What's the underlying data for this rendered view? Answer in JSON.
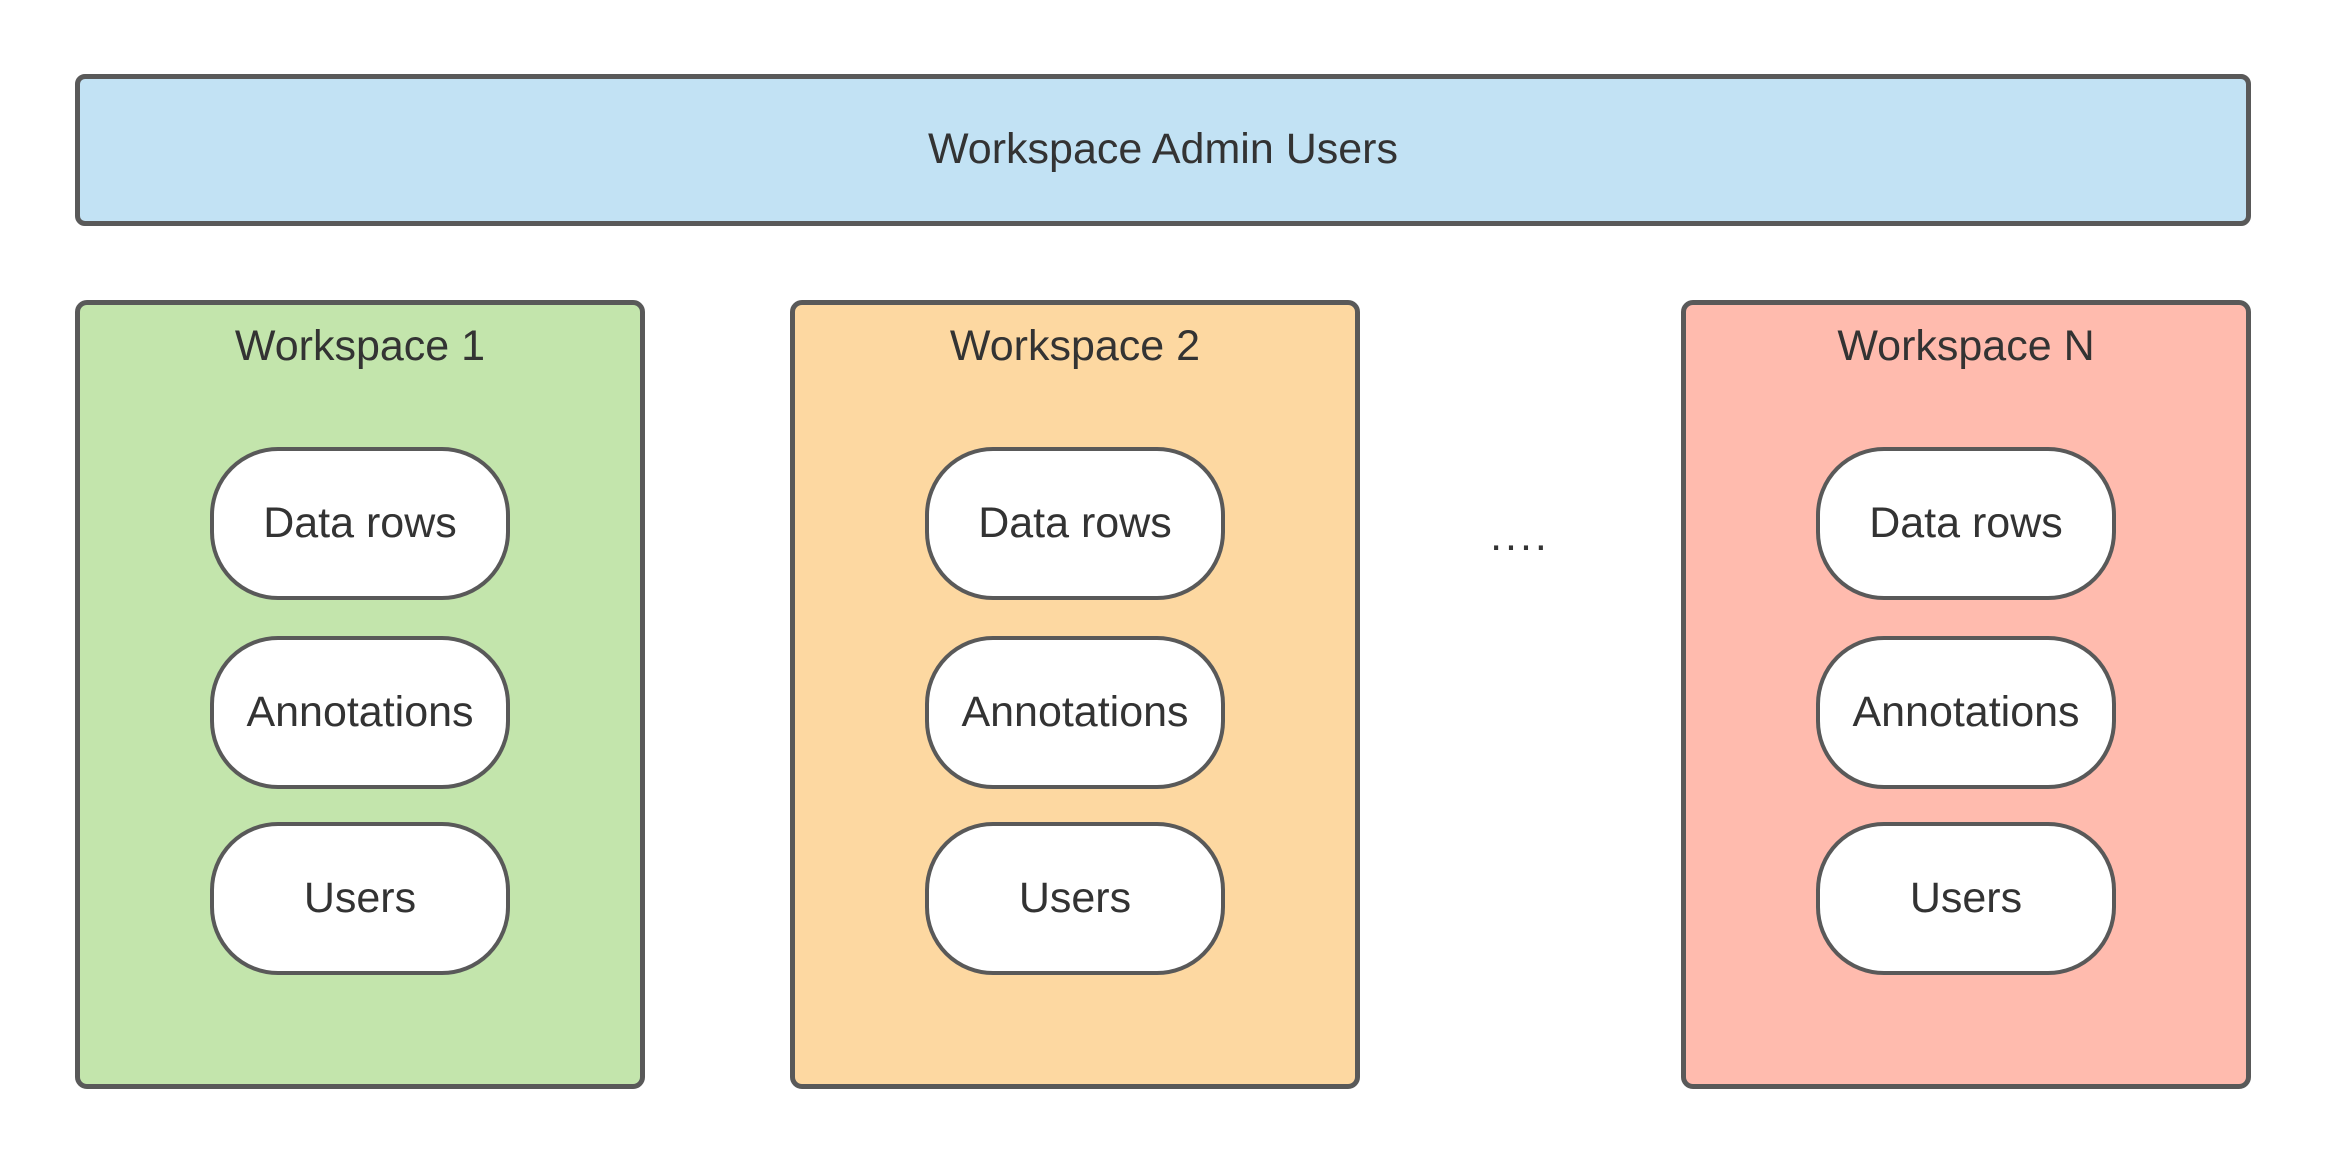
{
  "diagram": {
    "admin_banner": {
      "label": "Workspace Admin Users",
      "fill": "#c2e2f4"
    },
    "workspaces": [
      {
        "title": "Workspace 1",
        "fill": "#c3e5ac",
        "items": [
          "Data rows",
          "Annotations",
          "Users"
        ]
      },
      {
        "title": "Workspace 2",
        "fill": "#fdd8a1",
        "items": [
          "Data rows",
          "Annotations",
          "Users"
        ]
      },
      {
        "title": "Workspace N",
        "fill": "#ffbbae",
        "items": [
          "Data rows",
          "Annotations",
          "Users"
        ]
      }
    ],
    "ellipsis": "....",
    "colors": {
      "border": "#595959",
      "text": "#333333",
      "node_fill": "#ffffff",
      "background": "#ffffff"
    }
  }
}
